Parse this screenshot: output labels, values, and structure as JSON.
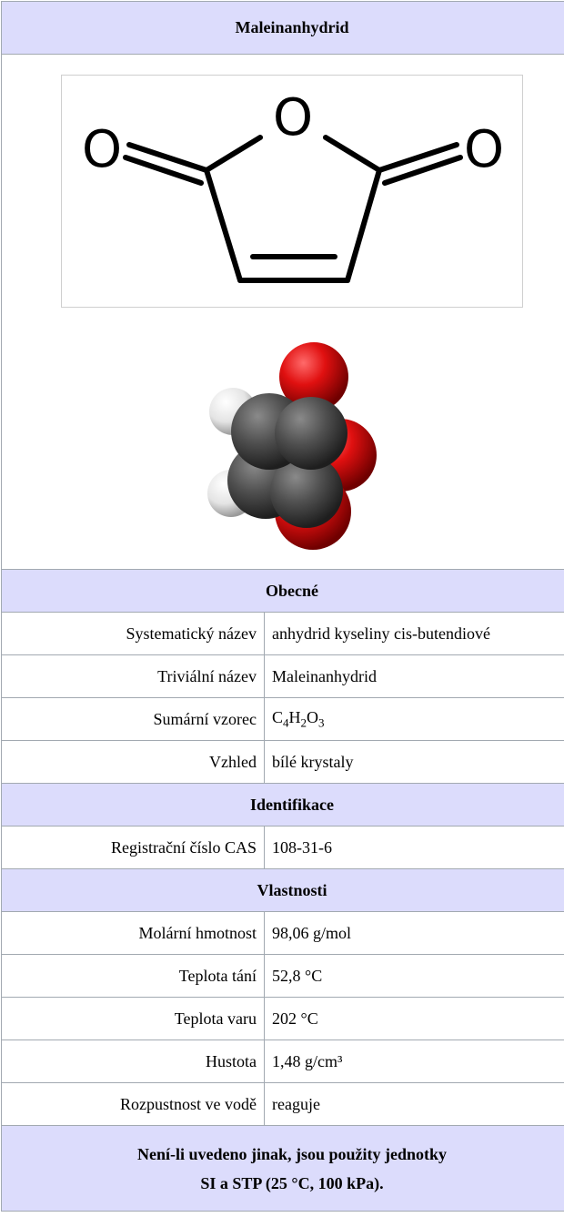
{
  "title": "Maleinanhydrid",
  "structure_atoms": {
    "o_ring": "O",
    "o_left": "O",
    "o_right": "O"
  },
  "sections": {
    "general": "Obecné",
    "identification": "Identifikace",
    "properties": "Vlastnosti"
  },
  "general": {
    "systematic_name": {
      "label": "Systematický název",
      "value": "anhydrid kyseliny cis-butendiové"
    },
    "trivial_name": {
      "label": "Triviální název",
      "value": "Maleinanhydrid"
    },
    "formula": {
      "label": "Sumární vzorec",
      "parts": [
        "C",
        "4",
        "H",
        "2",
        "O",
        "3"
      ]
    },
    "appearance": {
      "label": "Vzhled",
      "value": "bílé krystaly"
    }
  },
  "identification": {
    "cas": {
      "label": "Registrační číslo CAS",
      "value": "108-31-6"
    }
  },
  "properties": {
    "molar_mass": {
      "label": "Molární hmotnost",
      "value": "98,06 g/mol"
    },
    "melting_point": {
      "label": "Teplota tání",
      "value": "52,8 °C"
    },
    "boiling_point": {
      "label": "Teplota varu",
      "value": "202 °C"
    },
    "density": {
      "label": "Hustota",
      "value": "1,48 g/cm³"
    },
    "solubility": {
      "label": "Rozpustnost ve vodě",
      "value": "reaguje"
    }
  },
  "footer_note": {
    "line1": "Není-li uvedeno jinak, jsou použity jednotky",
    "line2": "SI a STP (25 °C, 100 kPa)."
  },
  "colors": {
    "header_bg": "#dcdcfc",
    "border": "#a2a9b1",
    "carbon": "#505050",
    "oxygen": "#e01010",
    "hydrogen": "#ececec"
  }
}
